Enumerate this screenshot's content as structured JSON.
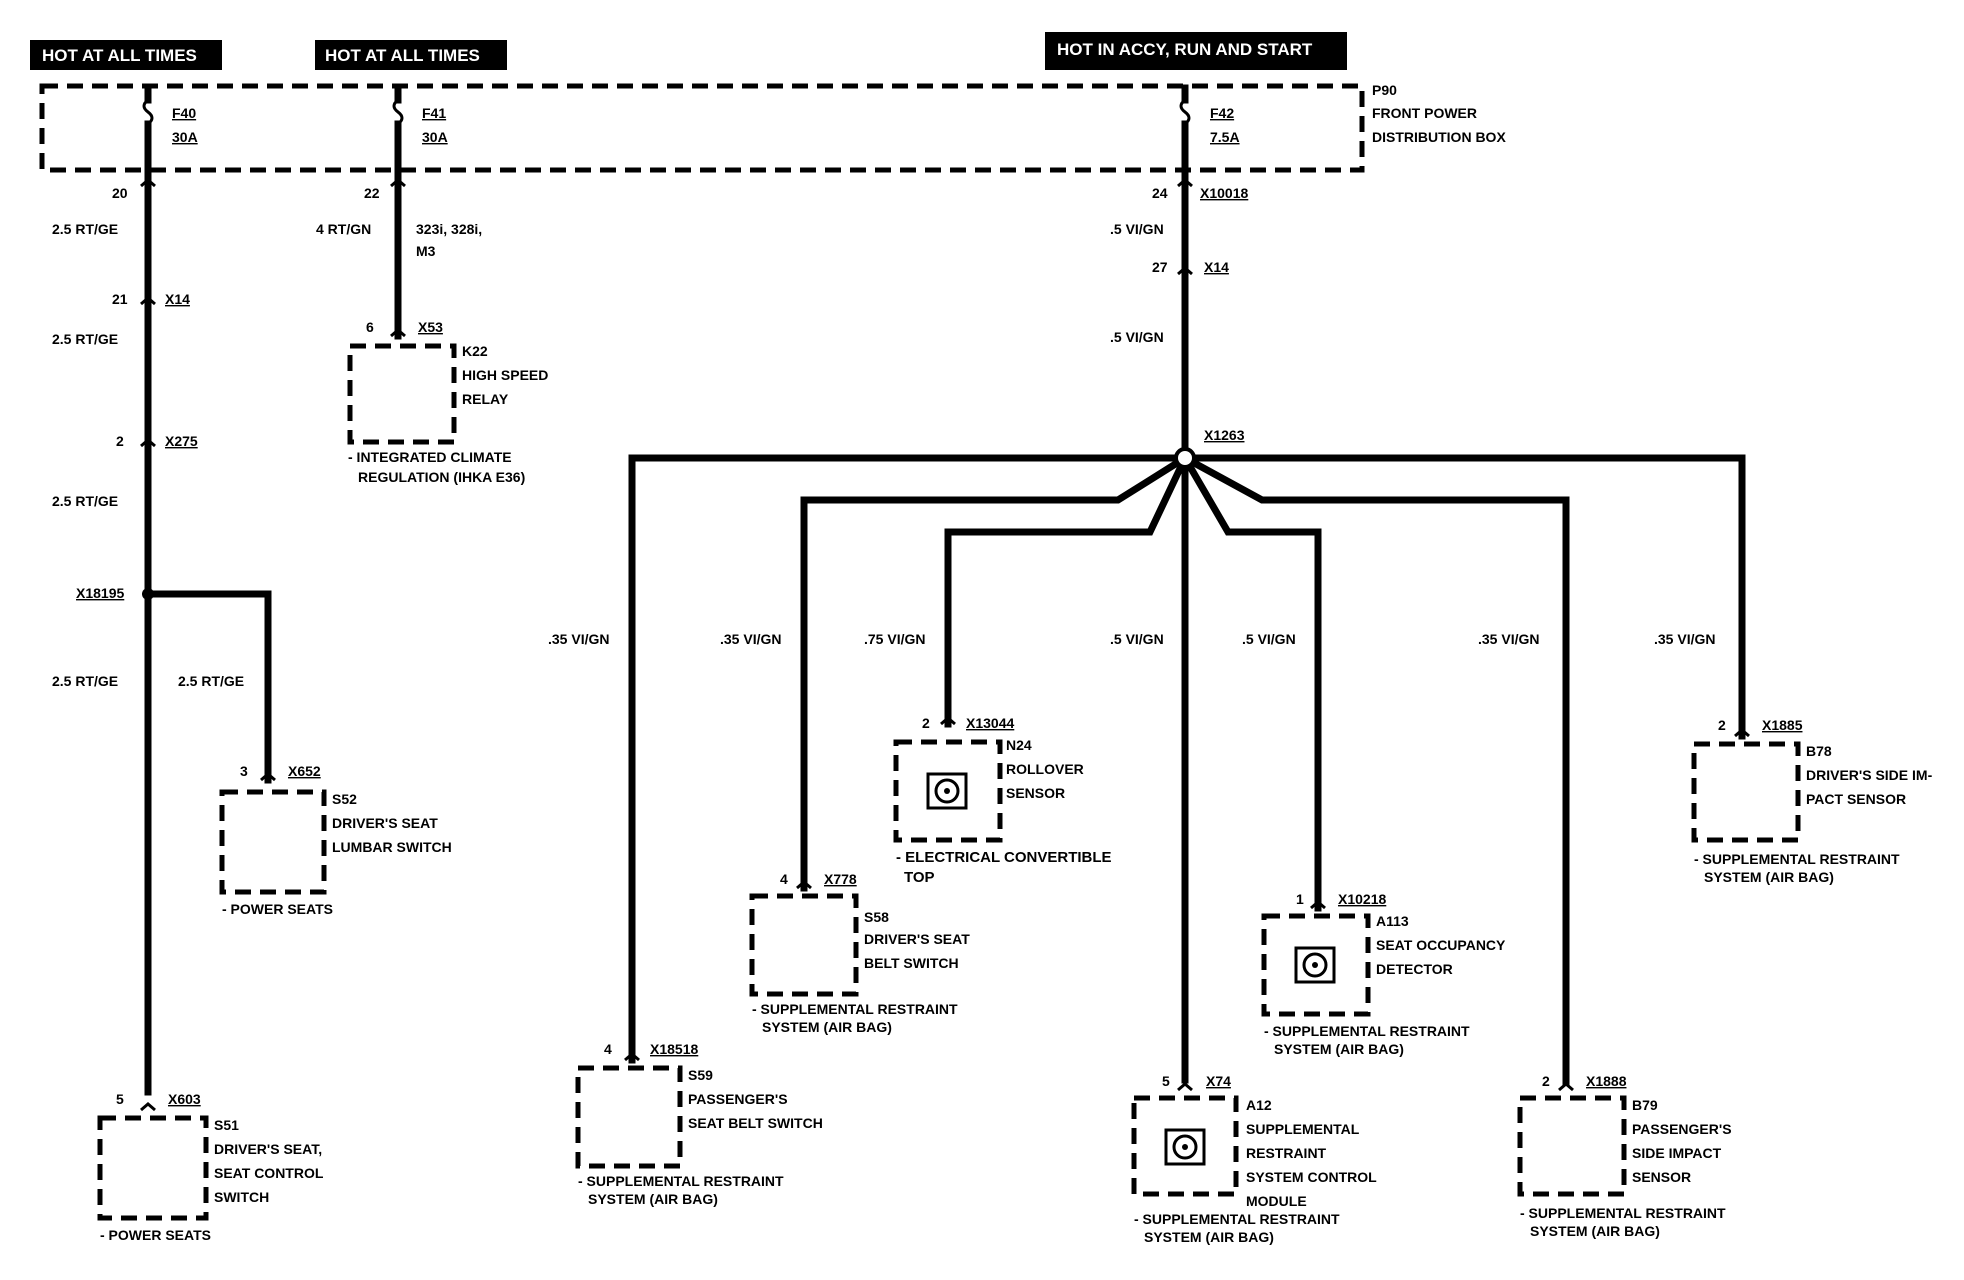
{
  "headers": [
    "HOT AT ALL TIMES",
    "HOT AT ALL TIMES",
    "HOT IN ACCY, RUN AND START"
  ],
  "power_box": {
    "id": "P90",
    "line1": "FRONT POWER",
    "line2": "DISTRIBUTION BOX"
  },
  "fuses": [
    {
      "name": "F40",
      "rating": "30A"
    },
    {
      "name": "F41",
      "rating": "30A"
    },
    {
      "name": "F42",
      "rating": "7.5A"
    }
  ],
  "pins": [
    "20",
    "22",
    "24",
    "21",
    "27",
    "6",
    "2",
    "3",
    "4",
    "4",
    "2",
    "5",
    "1",
    "2",
    "2",
    "5"
  ],
  "connectors": [
    "X10018",
    "X14",
    "X14",
    "X53",
    "X275",
    "X1263",
    "X18195",
    "X652",
    "X778",
    "X18518",
    "X13044",
    "X603",
    "X74",
    "X10218",
    "X1888",
    "X1885"
  ],
  "wires": [
    "2.5 RT/GE",
    "2.5 RT/GE",
    "2.5 RT/GE",
    "2.5 RT/GE",
    "2.5 RT/GE",
    "4 RT/GN",
    ".5 VI/GN",
    ".5 VI/GN",
    ".35 VI/GN",
    ".35 VI/GN",
    ".75 VI/GN",
    ".5 VI/GN",
    ".5 VI/GN",
    ".35 VI/GN",
    ".35 VI/GN"
  ],
  "note": {
    "line1": "323i, 328i,",
    "line2": "M3"
  },
  "components": [
    {
      "id": "K22",
      "lines": [
        "HIGH SPEED",
        "RELAY"
      ],
      "system": [
        "- INTEGRATED CLIMATE",
        "REGULATION (IHKA E36)"
      ]
    },
    {
      "id": "S52",
      "lines": [
        "DRIVER'S SEAT",
        "LUMBAR SWITCH"
      ],
      "system": [
        "- POWER SEATS"
      ]
    },
    {
      "id": "S51",
      "lines": [
        "DRIVER'S SEAT,",
        "SEAT CONTROL",
        "SWITCH"
      ],
      "system": [
        "- POWER SEATS"
      ]
    },
    {
      "id": "S59",
      "lines": [
        "PASSENGER'S",
        "SEAT BELT SWITCH"
      ],
      "system": [
        "- SUPPLEMENTAL RESTRAINT",
        "SYSTEM (AIR BAG)"
      ]
    },
    {
      "id": "S58",
      "lines": [
        "DRIVER'S SEAT",
        "BELT SWITCH"
      ],
      "system": [
        "- SUPPLEMENTAL RESTRAINT",
        "SYSTEM (AIR BAG)"
      ]
    },
    {
      "id": "N24",
      "lines": [
        "ROLLOVER",
        "SENSOR"
      ],
      "system": [
        "- ELECTRICAL CONVERTIBLE",
        "TOP"
      ]
    },
    {
      "id": "A12",
      "lines": [
        "SUPPLEMENTAL",
        "RESTRAINT",
        "SYSTEM CONTROL",
        "MODULE"
      ],
      "system": [
        "- SUPPLEMENTAL RESTRAINT",
        "SYSTEM (AIR BAG)"
      ]
    },
    {
      "id": "A113",
      "lines": [
        "SEAT OCCUPANCY",
        "DETECTOR"
      ],
      "system": [
        "- SUPPLEMENTAL RESTRAINT",
        "SYSTEM (AIR BAG)"
      ]
    },
    {
      "id": "B79",
      "lines": [
        "PASSENGER'S",
        "SIDE IMPACT",
        "SENSOR"
      ],
      "system": [
        "- SUPPLEMENTAL RESTRAINT",
        "SYSTEM (AIR BAG)"
      ]
    },
    {
      "id": "B78",
      "lines": [
        "DRIVER'S SIDE IM-",
        "PACT SENSOR"
      ],
      "system": [
        "- SUPPLEMENTAL RESTRAINT",
        "SYSTEM (AIR BAG)"
      ]
    }
  ]
}
